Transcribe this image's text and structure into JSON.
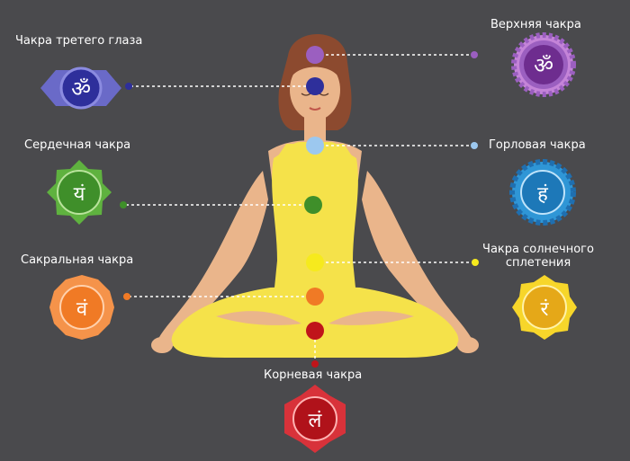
{
  "labels": {
    "third_eye": "Чакра третего глаза",
    "crown": "Верхняя чакра",
    "heart": "Сердечная чакра",
    "throat": "Горловая чакра",
    "sacral": "Сакральная чакра",
    "solar_line1": "Чакра солнечного",
    "solar_line2": "сплетения",
    "root": "Корневая чакра"
  },
  "symbols": {
    "third_eye": "ॐ",
    "crown": "ॐ",
    "heart": "यं",
    "throat": "हं",
    "sacral": "वं",
    "solar": "रं",
    "root": "लं"
  },
  "colors": {
    "background": "#4a4a4d",
    "crown": "#9b5fc0",
    "third_eye": "#2e2f9b",
    "throat": "#9cc8ef",
    "heart": "#3f8f2a",
    "solar": "#f6ea1d",
    "sacral": "#f07a25",
    "root": "#c0141a",
    "dotted_line": "#ffffff",
    "body": "#f5e24a",
    "skin": "#eab58b",
    "hair": "#8c4a2f"
  }
}
